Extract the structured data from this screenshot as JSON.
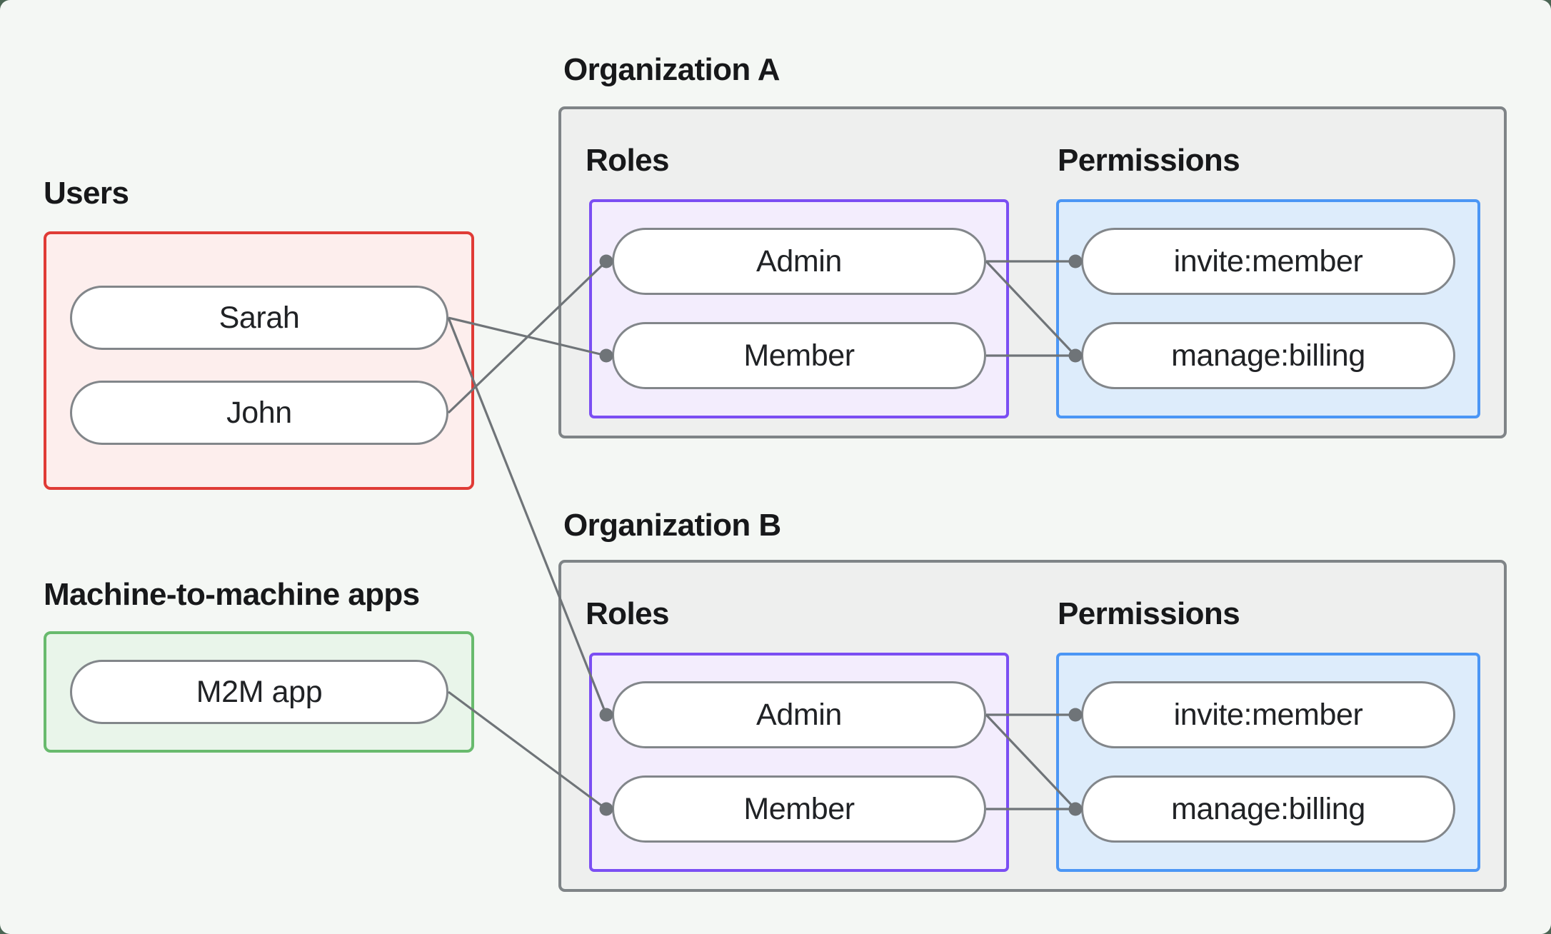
{
  "background": {
    "canvas_color": "#f4f7f4"
  },
  "left_column": {
    "users": {
      "label": "Users",
      "items": [
        {
          "id": "sarah",
          "label": "Sarah"
        },
        {
          "id": "john",
          "label": "John"
        }
      ]
    },
    "m2m": {
      "label": "Machine-to-machine apps",
      "items": [
        {
          "id": "m2m",
          "label": "M2M app"
        }
      ]
    }
  },
  "organizations": [
    {
      "id": "orgA",
      "title": "Organization A",
      "roles_label": "Roles",
      "permissions_label": "Permissions",
      "roles": [
        {
          "id": "orgA.admin",
          "label": "Admin"
        },
        {
          "id": "orgA.member",
          "label": "Member"
        }
      ],
      "permissions": [
        {
          "id": "orgA.invite",
          "label": "invite:member"
        },
        {
          "id": "orgA.billing",
          "label": "manage:billing"
        }
      ]
    },
    {
      "id": "orgB",
      "title": "Organization B",
      "roles_label": "Roles",
      "permissions_label": "Permissions",
      "roles": [
        {
          "id": "orgB.admin",
          "label": "Admin"
        },
        {
          "id": "orgB.member",
          "label": "Member"
        }
      ],
      "permissions": [
        {
          "id": "orgB.invite",
          "label": "invite:member"
        },
        {
          "id": "orgB.billing",
          "label": "manage:billing"
        }
      ]
    }
  ],
  "edges": [
    {
      "from": "sarah",
      "to": "orgA.member"
    },
    {
      "from": "john",
      "to": "orgA.admin"
    },
    {
      "from": "sarah",
      "to": "orgB.admin"
    },
    {
      "from": "m2m",
      "to": "orgB.member"
    },
    {
      "from": "orgA.admin",
      "to": "orgA.invite"
    },
    {
      "from": "orgA.admin",
      "to": "orgA.billing"
    },
    {
      "from": "orgA.member",
      "to": "orgA.billing"
    },
    {
      "from": "orgB.admin",
      "to": "orgB.invite"
    },
    {
      "from": "orgB.admin",
      "to": "orgB.billing"
    },
    {
      "from": "orgB.member",
      "to": "orgB.billing"
    }
  ],
  "colors": {
    "users_border": "#e03b36",
    "users_fill": "#fdeeed",
    "m2m_border": "#68ba6d",
    "m2m_fill": "#e9f5ea",
    "roles_border": "#7b4ef3",
    "roles_fill": "#f3edfd",
    "permissions_border": "#4b96f5",
    "permissions_fill": "#ddecfb",
    "org_border": "#7f8487",
    "org_fill": "#eeefee",
    "connector": "#6f7478"
  }
}
